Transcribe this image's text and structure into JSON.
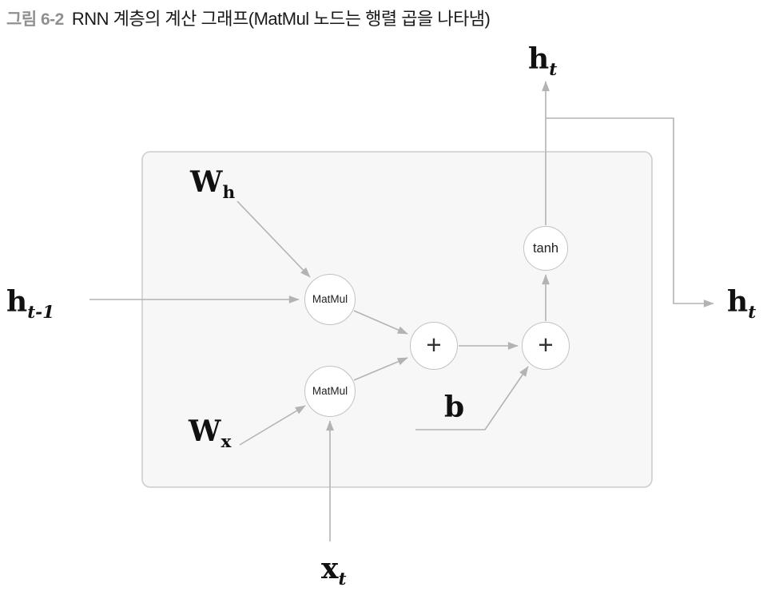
{
  "figure": {
    "label": "그림 6-2",
    "title": "RNN 계층의 계산 그래프(MatMul 노드는 행렬 곱을 나타냄)"
  },
  "nodes": {
    "matmul_top": "MatMul",
    "matmul_bottom": "MatMul",
    "add_left": "+",
    "add_right": "+",
    "tanh": "tanh"
  },
  "labels": {
    "w_h": {
      "base": "W",
      "sub": "h"
    },
    "h_prev": {
      "base": "h",
      "sub": "t-1"
    },
    "w_x": {
      "base": "W",
      "sub": "x"
    },
    "x_t": {
      "base": "x",
      "sub": "t"
    },
    "b": {
      "base": "b",
      "sub": ""
    },
    "h_t_top": {
      "base": "h",
      "sub": "t"
    },
    "h_t_right": {
      "base": "h",
      "sub": "t"
    }
  },
  "colors": {
    "caption_label": "#909090",
    "caption_text": "#1a1a1a",
    "arrow": "#b3b3b3",
    "node_border": "#c2c2c2",
    "node_fill": "#ffffff",
    "box_fill": "#f7f7f7",
    "box_border": "#cccccc"
  }
}
